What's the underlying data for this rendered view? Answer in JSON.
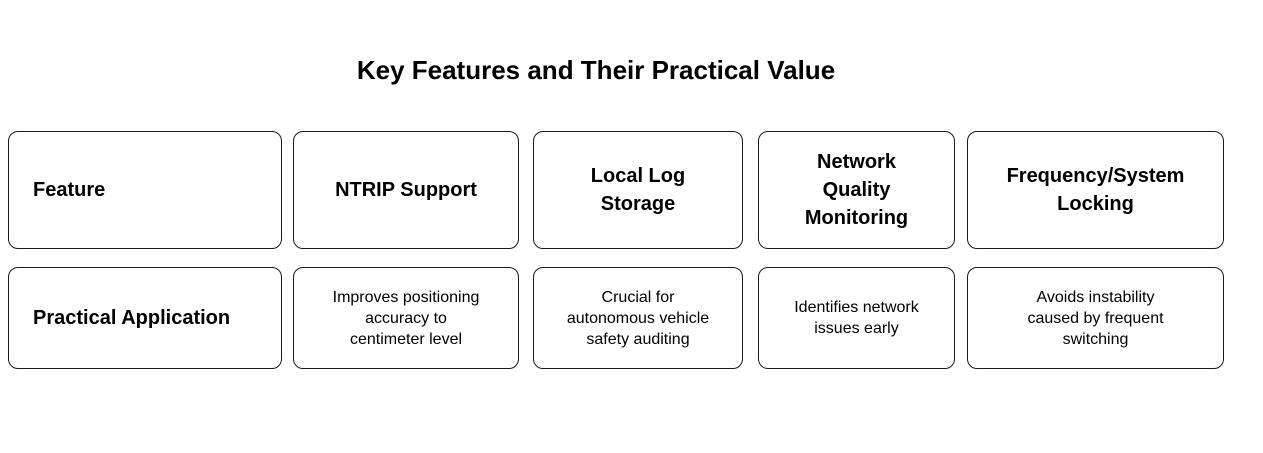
{
  "title": "Key Features and Their Practical Value",
  "table": {
    "rows": [
      {
        "name": "feature-header-row",
        "cells": [
          "Feature",
          "NTRIP Support",
          "Local Log\nStorage",
          "Network\nQuality\nMonitoring",
          "Frequency/System\nLocking"
        ]
      },
      {
        "name": "practical-application-row",
        "cells": [
          "Practical Application",
          "Improves positioning\naccuracy to\ncentimeter level",
          "Crucial for\nautonomous vehicle\nsafety auditing",
          "Identifies network\nissues early",
          "Avoids instability\ncaused by frequent\nswitching"
        ]
      }
    ]
  },
  "colors": {
    "background": "#ffffff",
    "box_fill": "#ffffff",
    "box_border": "#1a1a1a",
    "text": "#000000"
  }
}
